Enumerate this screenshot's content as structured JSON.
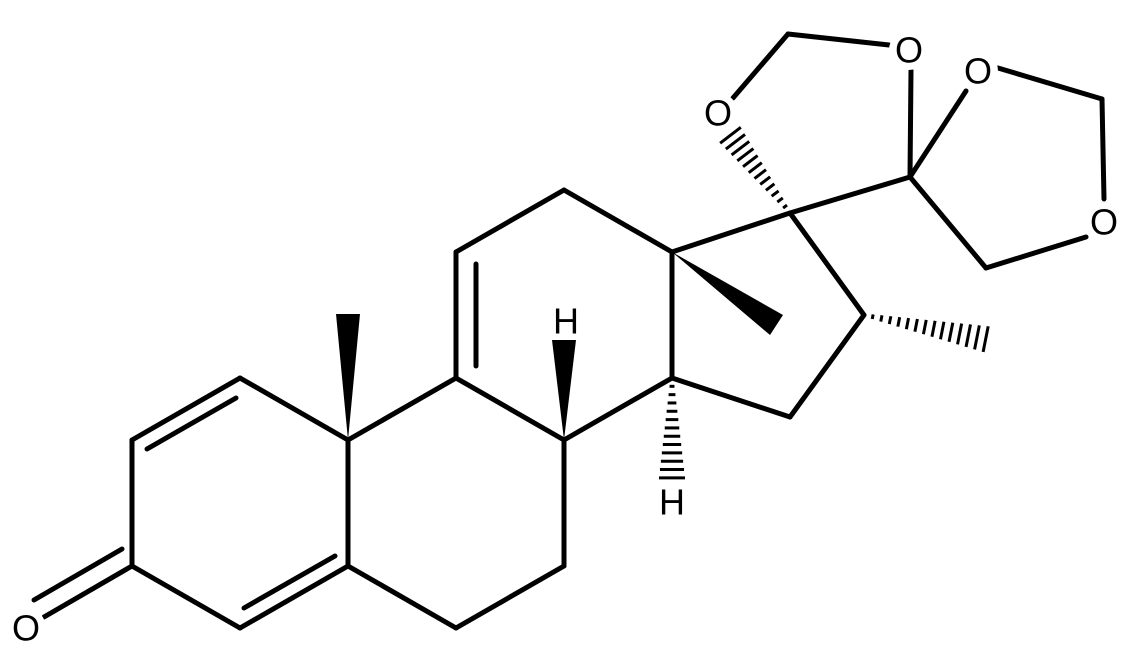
{
  "molecule": {
    "atom_labels": {
      "ketone_oxygen": "O",
      "dioxolane_a_o1": "O",
      "dioxolane_a_o2": "O",
      "dioxolane_b_o1": "O",
      "dioxolane_b_o2": "O",
      "h_c8": "H",
      "h_c14": "H"
    }
  }
}
